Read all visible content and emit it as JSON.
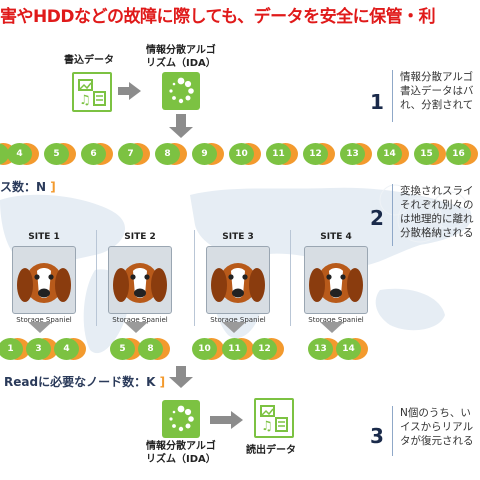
{
  "title": "害やHDDなどの故障に際しても、データを安全に保管・利",
  "write_data": {
    "label": "書込データ"
  },
  "ida_top": {
    "label_line1": "情報分散アルゴ",
    "label_line2": "リズム（IDA）"
  },
  "steps": [
    {
      "num": "1",
      "lines": [
        "情報分散アルゴ",
        "書込データはバ",
        "れ、分割されて"
      ]
    },
    {
      "num": "2",
      "lines": [
        "変換されスライ",
        "それぞれ別々の",
        "は地理的に離れ",
        "分散格納される"
      ]
    },
    {
      "num": "3",
      "lines": [
        "N個のうち、い",
        "イスからリアル",
        "タが復元される"
      ]
    }
  ],
  "slices_row": [
    "4",
    "5",
    "6",
    "7",
    "8",
    "9",
    "10",
    "11",
    "12",
    "13",
    "14",
    "15",
    "16"
  ],
  "n_label": {
    "text": "ス数：N",
    "bracket": "]"
  },
  "sites": [
    {
      "label": "SITE 1",
      "spaniel": "Storage Spaniel",
      "chips": [
        "1",
        "3",
        "4"
      ]
    },
    {
      "label": "SITE 2",
      "spaniel": "Storage Spaniel",
      "chips": [
        "5",
        "8"
      ]
    },
    {
      "label": "SITE 3",
      "spaniel": "Storage Spaniel",
      "chips": [
        "10",
        "11",
        "12"
      ]
    },
    {
      "label": "SITE 4",
      "spaniel": "Storage Spaniel",
      "chips": [
        "13",
        "14"
      ]
    }
  ],
  "k_label": {
    "text": "Readに必要なノード数：K",
    "bracket": "]"
  },
  "ida_bottom": {
    "label_line1": "情報分散アルゴ",
    "label_line2": "リズム（IDA）"
  },
  "read_data": {
    "label": "読出データ"
  },
  "colors": {
    "green": "#7cc242",
    "orange": "#f39a2e",
    "title_red": "#e01a1a"
  }
}
